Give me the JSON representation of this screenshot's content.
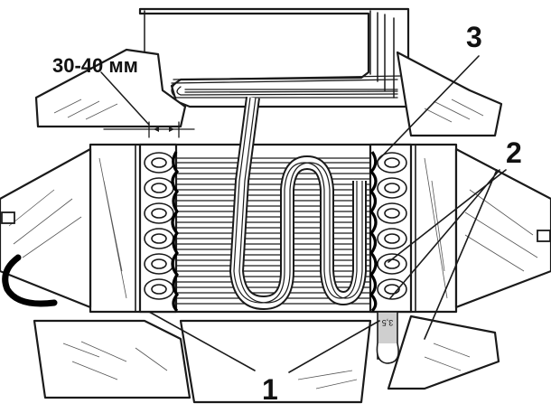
{
  "labels": {
    "dimension": "30-40 мм",
    "callout_1": "1",
    "callout_2": "2",
    "callout_3": "3"
  },
  "stamp": "3,5",
  "colors": {
    "ink": "#1a1a1a",
    "paper": "#ffffff",
    "shade": "#cfcfcf"
  }
}
